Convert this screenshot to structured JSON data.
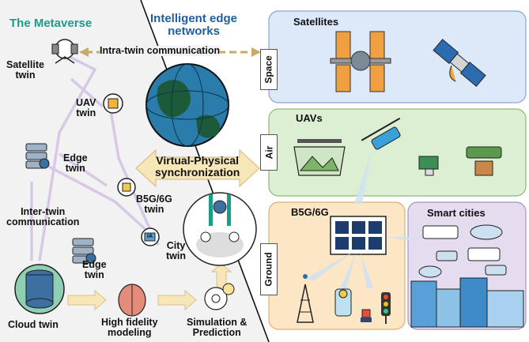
{
  "metaverse": {
    "title": "The Metaverse",
    "intra_twin": "Intra-twin communication",
    "satellite_twin": "Satellite\ntwin",
    "uav_twin": "UAV\ntwin",
    "edge_twin_top": "Edge\ntwin",
    "inter_twin": "Inter-twin\ncommunication",
    "b5g_twin": "B5G/6G\ntwin",
    "edge_twin_bottom": "Edge\ntwin",
    "city_twin": "City\ntwin",
    "cloud_twin": "Cloud twin",
    "high_fidelity": "High fidelity\nmodeling",
    "simulation": "Simulation &\nPrediction",
    "sync": "Virtual-Physical\nsynchronization",
    "ia_badge": "IA"
  },
  "networks": {
    "title": "Intelligent edge\nnetworks",
    "layers": {
      "space": "Space",
      "air": "Air",
      "ground": "Ground"
    },
    "satellites_title": "Satellites",
    "uavs_title": "UAVs",
    "b5g_title": "B5G/6G",
    "smart_cities_title": "Smart cities"
  },
  "colors": {
    "space_fill": "#dde8f8",
    "air_fill": "#dcefd2",
    "ground_fill": "#fbe6c6",
    "city_fill": "#e6dcef",
    "left_bg": "#f2f2f2",
    "title_green": "#1a9c8a",
    "title_blue": "#1f5fa0",
    "arrow_gold": "#f0ddb0",
    "link_lavender": "#d8c8e6"
  }
}
